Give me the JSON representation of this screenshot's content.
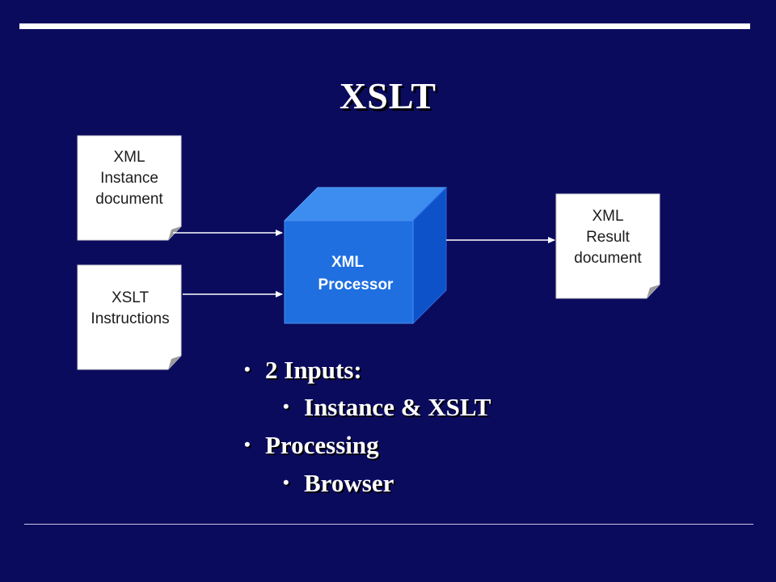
{
  "title": "XSLT",
  "diagram": {
    "instance_doc": [
      "XML",
      "Instance",
      "document"
    ],
    "xslt_doc": [
      "XSLT",
      "Instructions"
    ],
    "processor": [
      "XML",
      "Processor"
    ],
    "result_doc": [
      "XML",
      "Result",
      "document"
    ]
  },
  "bullets": [
    {
      "level": 1,
      "text": "2 Inputs:"
    },
    {
      "level": 2,
      "text": "Instance & XSLT"
    },
    {
      "level": 1,
      "text": "Processing"
    },
    {
      "level": 2,
      "text": "Browser"
    }
  ],
  "colors": {
    "background": "#0b0b5e",
    "cube_front": "#1f6fe0",
    "cube_top": "#3d8cf0",
    "cube_side": "#0e52c9",
    "document": "#ffffff"
  }
}
